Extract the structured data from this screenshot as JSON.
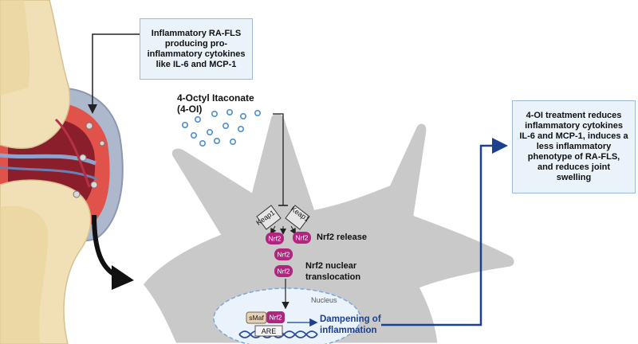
{
  "callout_top": "Inflammatory RA-FLS producing pro-inflammatory cytokines like IL-6 and MCP-1",
  "callout_right": "4-OI treatment reduces inflammatory cytokines IL-6 and MCP-1, induces a less inflammatory phenotype of RA-FLS, and reduces joint swelling",
  "drug": {
    "line1": "4-Octyl Itaconate",
    "line2": "(4-OI)"
  },
  "keap1": "Keap1",
  "nrf2": "Nrf2",
  "smaf": "sMaf",
  "are": "ARE",
  "nrf2_release": "Nrf2 release",
  "nrf2_translocation": {
    "line1": "Nrf2 nuclear",
    "line2": "translocation"
  },
  "nucleus": "Nucleus",
  "dampening": {
    "line1": "Dampening of",
    "line2": "inflammation"
  },
  "colors": {
    "callout_fill": "#eaf2fa",
    "callout_border": "#9dbbdc",
    "cell": "#c9c9c9",
    "nrf2": "#b0267f",
    "dampening_text": "#1c3f8f",
    "arrow_blue": "#1c3f8f",
    "bone": "#f1dfb5",
    "inflamed": "#c43a34"
  },
  "icons": [
    "keap1-protein-icon",
    "nrf2-protein-icon",
    "dna-icon",
    "joint-icon",
    "molecule-icon"
  ]
}
